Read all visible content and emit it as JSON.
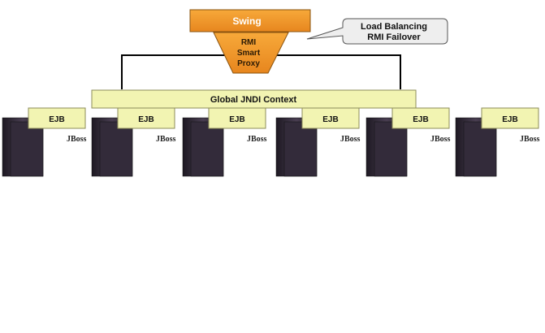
{
  "swing": {
    "label": "Swing"
  },
  "proxy": {
    "lines": [
      "RMI",
      "Smart",
      "Proxy"
    ]
  },
  "callout": {
    "lines": [
      "Load Balancing",
      "RMI Failover"
    ]
  },
  "jndi": {
    "label": "Global JNDI Context"
  },
  "nodes": [
    {
      "ejb": "EJB",
      "server": "JBoss"
    },
    {
      "ejb": "EJB",
      "server": "JBoss"
    },
    {
      "ejb": "EJB",
      "server": "JBoss"
    },
    {
      "ejb": "EJB",
      "server": "JBoss"
    },
    {
      "ejb": "EJB",
      "server": "JBoss"
    },
    {
      "ejb": "EJB",
      "server": "JBoss"
    }
  ],
  "colors": {
    "orange": "#f09a2c",
    "orange_stroke": "#8a5410",
    "yellow": "#f2f4b2",
    "yellow_stroke": "#8c8c5a",
    "server_dark": "#2a2430",
    "callout_fill": "#eeeeee"
  }
}
